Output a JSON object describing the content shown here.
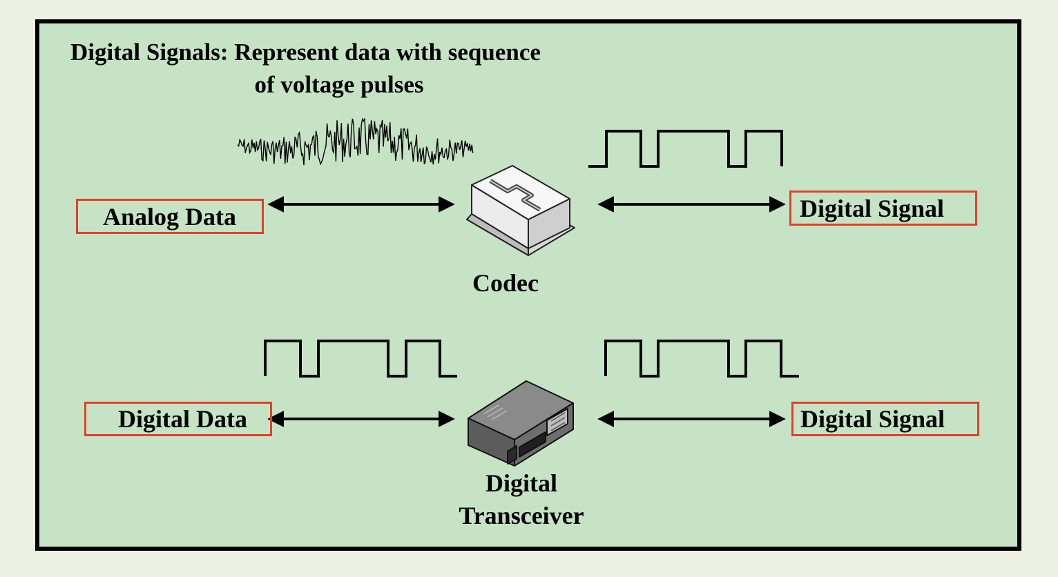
{
  "title": {
    "line1": "Digital Signals: Represent data with sequence",
    "line2": "of voltage pulses"
  },
  "row1": {
    "left_label": "Analog Data",
    "device_label": "Codec",
    "right_label": "Digital Signal"
  },
  "row2": {
    "left_label": "Digital Data",
    "device_label_line1": "Digital",
    "device_label_line2": "Transceiver",
    "right_label": "Digital Signal"
  },
  "colors": {
    "background": "#edf1e2",
    "panel": "#c6e4c5",
    "box_border": "#e2402a"
  }
}
